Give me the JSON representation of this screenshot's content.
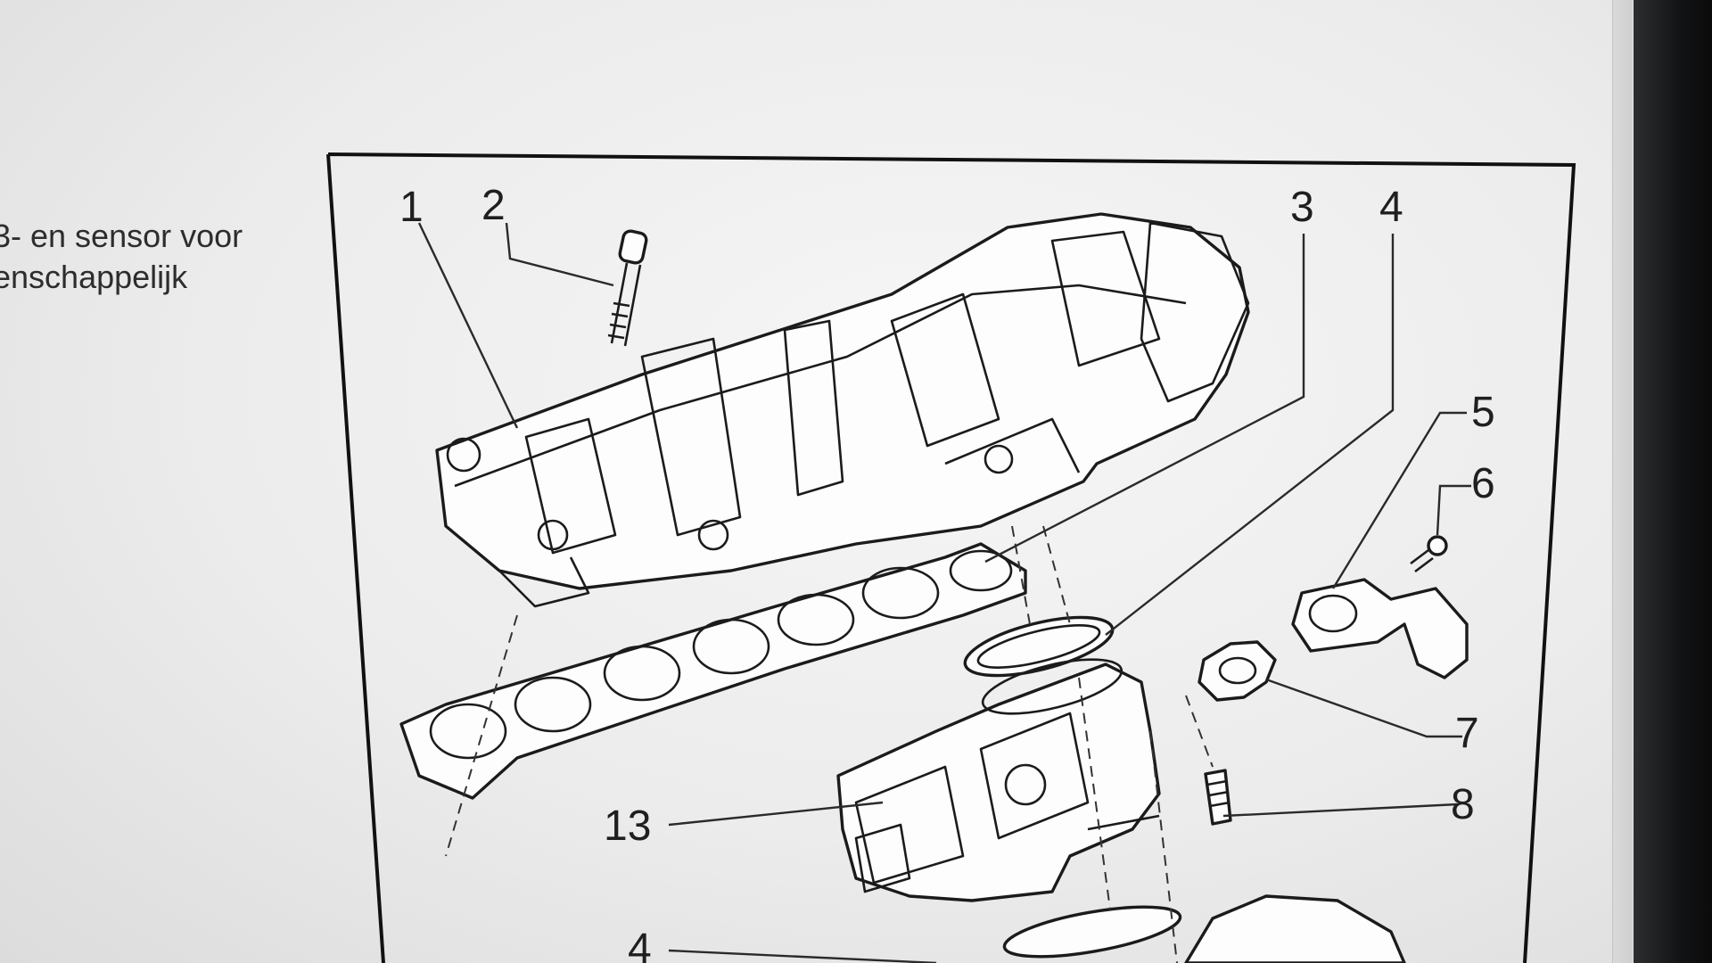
{
  "document": {
    "intro_text_line1": "3- en sensor voor",
    "intro_text_line2": "enschappelijk"
  },
  "diagram": {
    "callouts": [
      {
        "number": "1"
      },
      {
        "number": "2"
      },
      {
        "number": "3"
      },
      {
        "number": "4"
      },
      {
        "number": "5"
      },
      {
        "number": "6"
      },
      {
        "number": "7"
      },
      {
        "number": "8"
      },
      {
        "number": "13"
      },
      {
        "number": "4"
      }
    ]
  }
}
